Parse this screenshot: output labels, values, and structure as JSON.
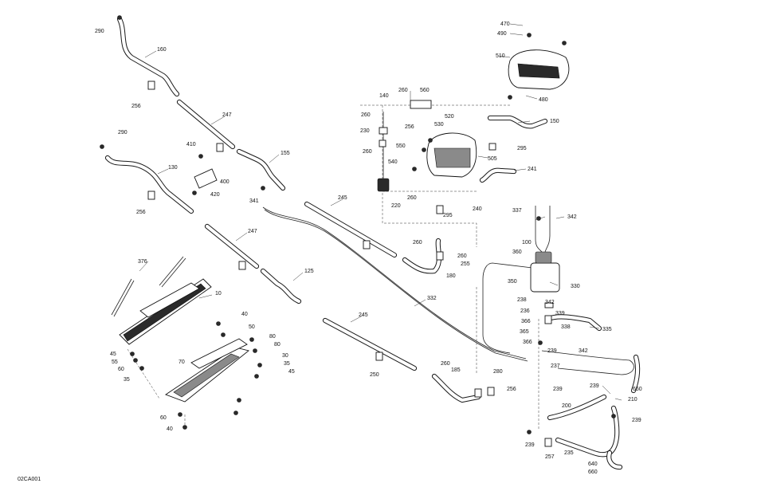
{
  "diagram_ref": "02CA001",
  "callouts": {
    "c10": "10",
    "c30": "30",
    "c35a": "35",
    "c35b": "35",
    "c40a": "40",
    "c40b": "40",
    "c45a": "45",
    "c45b": "45",
    "c50": "50",
    "c55": "55",
    "c60a": "60",
    "c60b": "60",
    "c70": "70",
    "c80a": "80",
    "c80b": "80",
    "c100": "100",
    "c125": "125",
    "c130": "130",
    "c140": "140",
    "c150": "150",
    "c155": "155",
    "c160": "160",
    "c180": "180",
    "c185": "185",
    "c200": "200",
    "c210": "210",
    "c220": "220",
    "c230": "230",
    "c235": "235",
    "c236": "236",
    "c237": "237",
    "c238": "238",
    "c239a": "239",
    "c239b": "239",
    "c239c": "239",
    "c239d": "239",
    "c239e": "239",
    "c240": "240",
    "c241": "241",
    "c245a": "245",
    "c245b": "245",
    "c247a": "247",
    "c247b": "247",
    "c250": "250",
    "c255": "255",
    "c256a": "256",
    "c256b": "256",
    "c256c": "256",
    "c256d": "256",
    "c257": "257",
    "c260a": "260",
    "c260b": "260",
    "c260c": "260",
    "c260d": "260",
    "c260e": "260",
    "c260f": "260",
    "c260g": "260",
    "c280": "280",
    "c290a": "290",
    "c290b": "290",
    "c295a": "295",
    "c295b": "295",
    "c330": "330",
    "c332": "332",
    "c335": "335",
    "c337": "337",
    "c338": "338",
    "c339": "339",
    "c341": "341",
    "c342a": "342",
    "c342b": "342",
    "c342c": "342",
    "c350": "350",
    "c360": "360",
    "c365": "365",
    "c366a": "366",
    "c366b": "366",
    "c376": "376",
    "c400": "400",
    "c410": "410",
    "c420": "420",
    "c470": "470",
    "c480": "480",
    "c490": "490",
    "c505": "505",
    "c510": "510",
    "c520": "520",
    "c530": "530",
    "c540": "540",
    "c550": "550",
    "c560": "560",
    "c640": "640",
    "c650": "650",
    "c660": "660"
  }
}
